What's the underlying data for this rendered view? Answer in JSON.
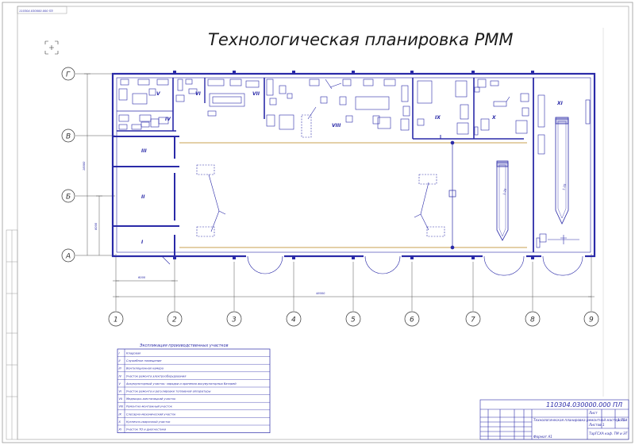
{
  "title": "Технологическая планировка РММ",
  "stamp_code_rotated": "110304.030000.000 ПЗ",
  "axes_letters": [
    "Г",
    "В",
    "Б",
    "А"
  ],
  "axes_numbers": [
    "1",
    "2",
    "3",
    "4",
    "5",
    "6",
    "7",
    "8",
    "9"
  ],
  "dimensions": {
    "overall_width": "48000",
    "bay_left": "6000",
    "height_total": "18000",
    "height_lower": "6000"
  },
  "rooms": {
    "I": "I",
    "II": "II",
    "III": "III",
    "IV": "IV",
    "V": "V",
    "VI": "VI",
    "VII": "VII",
    "VIII": "VIII",
    "IX": "IX",
    "X": "X",
    "XI": "XI"
  },
  "crane_labels": {
    "left": "1-20",
    "right": "1-20"
  },
  "legend": {
    "title": "Экспликация производственных участков",
    "rows": [
      {
        "num": "I",
        "text": "Кладовая"
      },
      {
        "num": "II",
        "text": "Служебное помещение"
      },
      {
        "num": "III",
        "text": "Вентиляционная камера"
      },
      {
        "num": "IV",
        "text": "Участок ремонта электрооборудования"
      },
      {
        "num": "V",
        "text": "Аккумуляторный участок: зарядки и хранения аккумуляторных батарей"
      },
      {
        "num": "VI",
        "text": "Участок ремонта и регулировки топливной аппаратуры"
      },
      {
        "num": "VII",
        "text": "Медницко-жестяницкий участок"
      },
      {
        "num": "VIII",
        "text": "Ремонтно-монтажный участок"
      },
      {
        "num": "IX",
        "text": "Слесарно-механический участок"
      },
      {
        "num": "X",
        "text": "Кузнечно-сварочный участок"
      },
      {
        "num": "XI",
        "text": "Участок ТО и диагностики"
      }
    ]
  },
  "stamp": {
    "code": "110304.030000.000 ПЛ",
    "name": "Технологическая планировка ремонтной мастерской",
    "org": "ТарГСХА каф. ТМ и ЭТ",
    "scale": "1:75",
    "sheet": "Лист",
    "sheets": "Листов 1",
    "format": "Формат А1"
  },
  "colors": {
    "line": "#2a2aa8",
    "crane_rail": "#c9a050",
    "frame": "#9a9a9a",
    "title": "#1b1b1b"
  }
}
